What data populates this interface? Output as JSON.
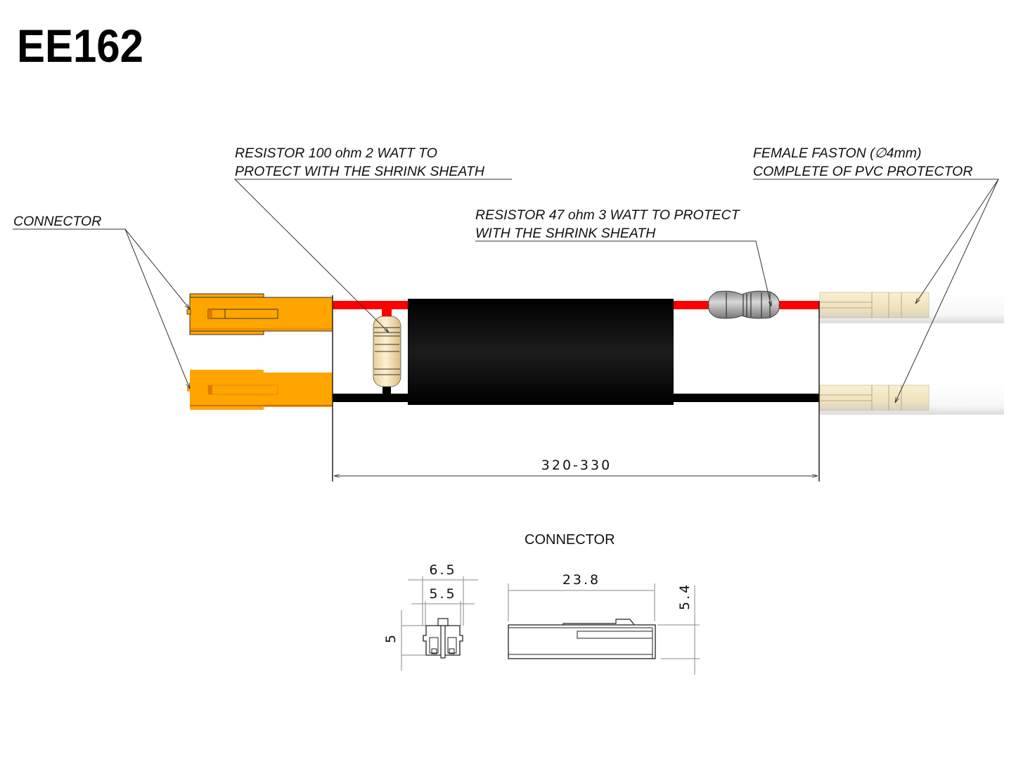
{
  "title": "EE162",
  "labels": {
    "connector": "CONNECTOR",
    "resistor_100": [
      "RESISTOR 100 ohm 2 WATT TO",
      "PROTECT WITH THE SHRINK SHEATH"
    ],
    "resistor_47": [
      "RESISTOR 47 ohm 3 WATT TO PROTECT",
      "WITH THE SHRINK SHEATH"
    ],
    "faston": [
      "FEMALE FASTON (∅4mm)",
      "COMPLETE OF PVC PROTECTOR"
    ]
  },
  "dimensions": {
    "cable_length": "320-330",
    "connector_title": "CONNECTOR",
    "width_outer": "6.5",
    "width_inner": "5.5",
    "height_front": "5",
    "length": "23.8",
    "height_side": "5.4"
  },
  "colors": {
    "connector": "#FFA500",
    "red_wire": "#FF0000",
    "black_wire": "#000000",
    "sleeve": "#0A0A0A",
    "resistor_100": "#F3DDB0",
    "resistor_47": "#A8A8A8",
    "faston": "#F5EBCB"
  }
}
